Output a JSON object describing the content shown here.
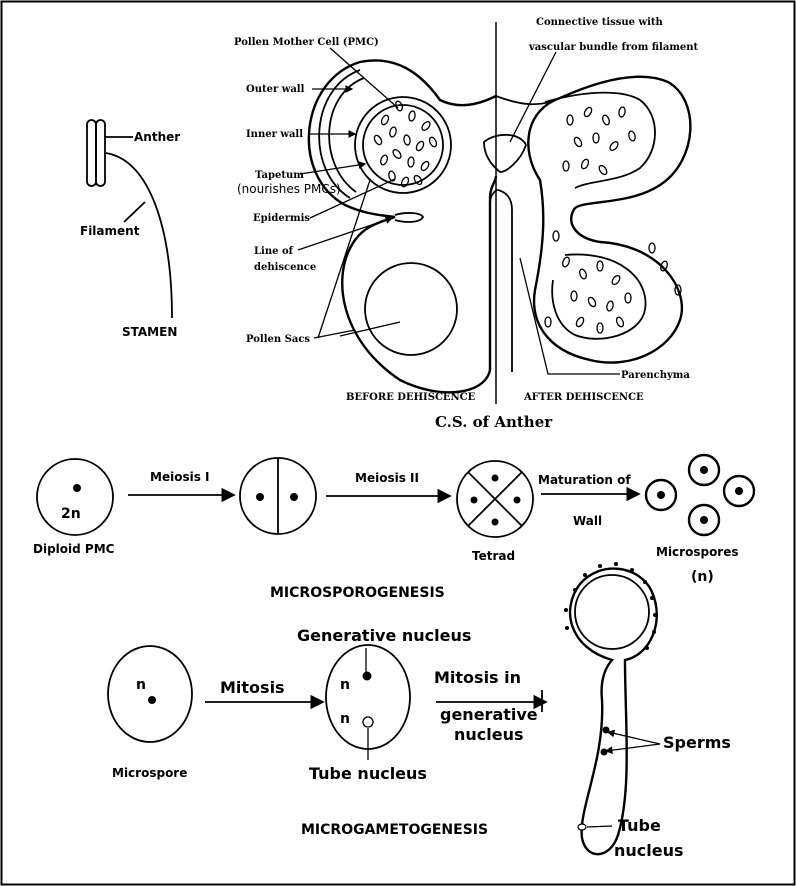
{
  "stamen": {
    "anther": "Anther",
    "filament": "Filament",
    "title": "STAMEN"
  },
  "anther_cs": {
    "pmc": "Pollen Mother Cell (PMC)",
    "outer_wall": "Outer wall",
    "inner_wall": "Inner wall",
    "tapetum": "Tapetum",
    "tapetum_note": "(nourishes PMCs)",
    "epidermis": "Epidermis",
    "line_of": "Line of",
    "dehiscence": "dehiscence",
    "pollen_sacs": "Pollen Sacs",
    "connective_1": "Connective tissue with",
    "connective_2": "vascular bundle from filament",
    "parenchyma": "Parenchyma",
    "before": "BEFORE DEHISCENCE",
    "after": "AFTER DEHISCENCE",
    "title": "C.S. of Anther"
  },
  "microsporogenesis": {
    "ploidy_2n": "2n",
    "diploid_pmc": "Diploid PMC",
    "meiosis_1": "Meiosis I",
    "meiosis_2": "Meiosis II",
    "maturation_of": "Maturation of",
    "wall": "Wall",
    "tetrad": "Tetrad",
    "microspores": "Microspores",
    "ploidy_n": "(n)",
    "title": "MICROSPOROGENESIS"
  },
  "microgametogenesis": {
    "n_1": "n",
    "microspore": "Microspore",
    "mitosis": "Mitosis",
    "generative_nucleus": "Generative nucleus",
    "n_2": "n",
    "n_3": "n",
    "tube_nucleus_1": "Tube nucleus",
    "mitosis_in": "Mitosis in",
    "generative": "generative",
    "nucleus": "nucleus",
    "sperms": "Sperms",
    "tube": "Tube",
    "tube_nucleus_2": "nucleus",
    "title": "MICROGAMETOGENESIS"
  }
}
